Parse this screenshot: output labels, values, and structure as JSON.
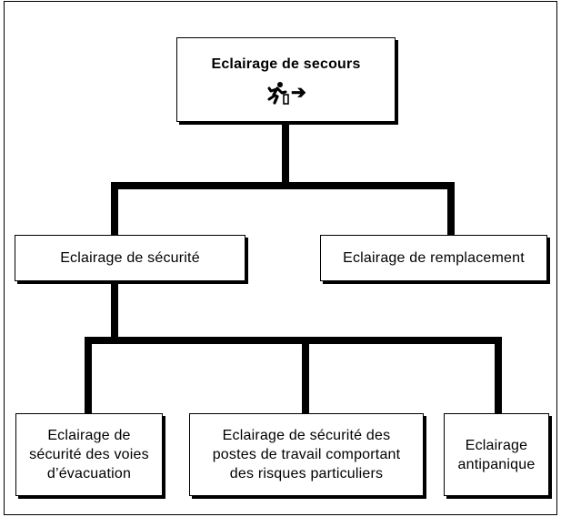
{
  "diagram": {
    "root": {
      "title": "Eclairage de secours",
      "icon": "running-person-exit-icon",
      "arrow": "➔"
    },
    "level1": [
      {
        "label": "Eclairage de sécurité"
      },
      {
        "label": "Eclairage de remplacement"
      }
    ],
    "level2": [
      {
        "label": "Eclairage de\nsécurité des voies\nd’évacuation"
      },
      {
        "label": "Eclairage de sécurité des\npostes de travail comportant\ndes risques particuliers"
      },
      {
        "label": "Eclairage\nantipanique"
      }
    ],
    "colors": {
      "line": "#000000",
      "box_fill": "#ffffff",
      "text": "#000000"
    }
  }
}
